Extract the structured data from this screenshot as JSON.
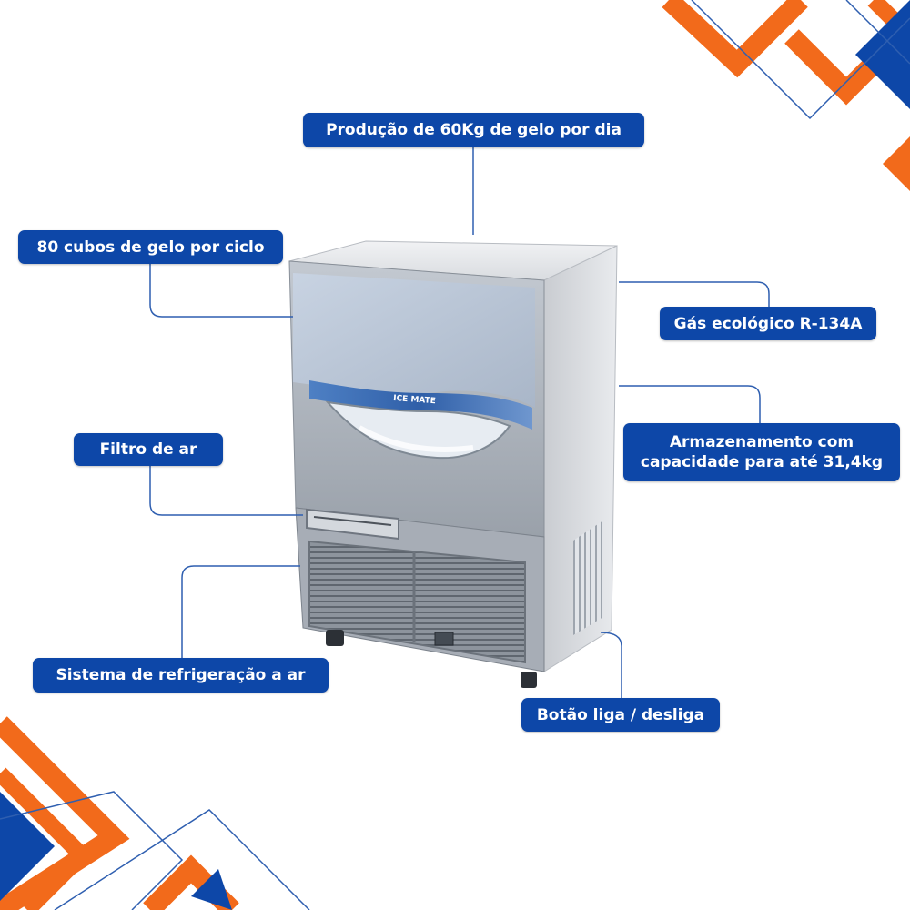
{
  "features": {
    "production": "Produção de 60Kg de gelo por dia",
    "cubes": "80 cubos de gelo por ciclo",
    "gas": "Gás ecológico R-134A",
    "filter": "Filtro de ar",
    "storage_line1": "Armazenamento com",
    "storage_line2": "capacidade para até 31,4kg",
    "cooling": "Sistema de refrigeração a ar",
    "power_button": "Botão liga / desliga"
  },
  "product": {
    "brand_logo": "ICE MATE"
  },
  "colors": {
    "label_bg": "#0d47a8",
    "label_text": "#ffffff",
    "accent_orange": "#f26a1b",
    "accent_blue": "#0d47a8",
    "connector_line": "#2f5fb0"
  }
}
